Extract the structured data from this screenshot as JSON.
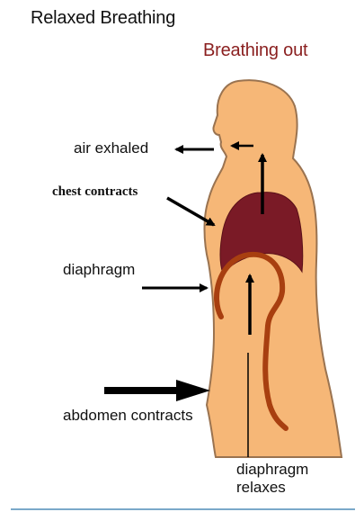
{
  "title": "Relaxed Breathing",
  "subtitle": "Breathing out",
  "labels": {
    "air_exhaled": "air exhaled",
    "chest_contracts": "chest contracts",
    "diaphragm": "diaphragm",
    "abdomen_contracts": "abdomen contracts",
    "diaphragm_relaxes": "diaphragm\nrelaxes"
  },
  "colors": {
    "body_fill": "#f6b777",
    "body_outline": "#9a7350",
    "lung_fill": "#7a1a26",
    "diaphragm_stroke": "#a83f10",
    "subtitle_text": "#8a1f1f",
    "arrow": "#000000",
    "bottom_rule": "#7aa9c9"
  }
}
